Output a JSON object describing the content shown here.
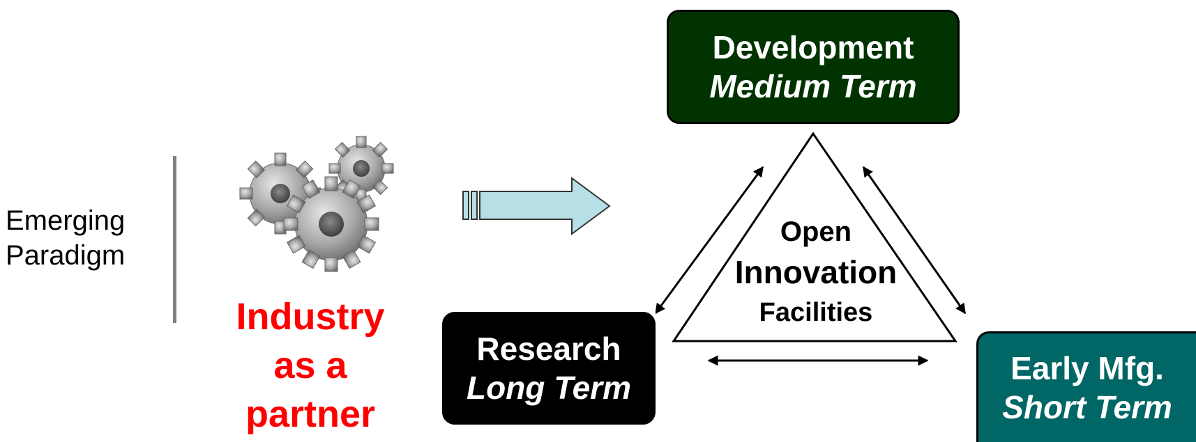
{
  "left": {
    "paradigm_line1": "Emerging",
    "paradigm_line2": "Paradigm",
    "industry_line1": "Industry",
    "industry_line2": "as a",
    "industry_line3": "partner"
  },
  "boxes": {
    "development": {
      "title": "Development",
      "subtitle": "Medium Term"
    },
    "research": {
      "title": "Research",
      "subtitle": "Long Term"
    },
    "early_mfg": {
      "title": "Early Mfg.",
      "subtitle": "Short Term"
    }
  },
  "center": {
    "line1": "Open",
    "line2": "Innovation",
    "line3": "Facilities"
  },
  "colors": {
    "industry_text": "#ff0000",
    "development_box": "#003300",
    "research_box": "#000000",
    "early_mfg_box": "#006666",
    "transition_arrow_fill": "#b7e0e6",
    "divider": "#808080"
  },
  "icons": {
    "gears": "gears-icon",
    "transition_arrow": "right-arrow-icon"
  }
}
